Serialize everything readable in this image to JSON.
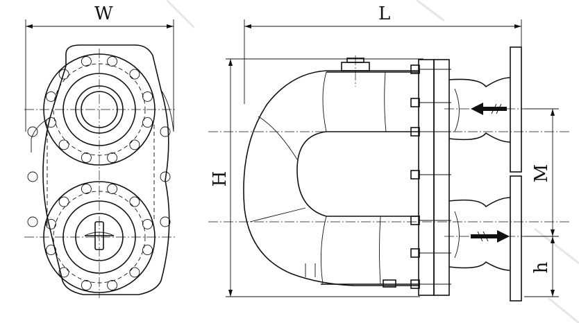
{
  "drawing": {
    "dimensions": {
      "width_label": "W",
      "length_label": "L",
      "height_label": "H",
      "center_distance_label": "M",
      "bottom_height_label": "h"
    },
    "colors": {
      "line": "#111111",
      "background": "#ffffff",
      "watermark": "#e6e6e6"
    }
  }
}
